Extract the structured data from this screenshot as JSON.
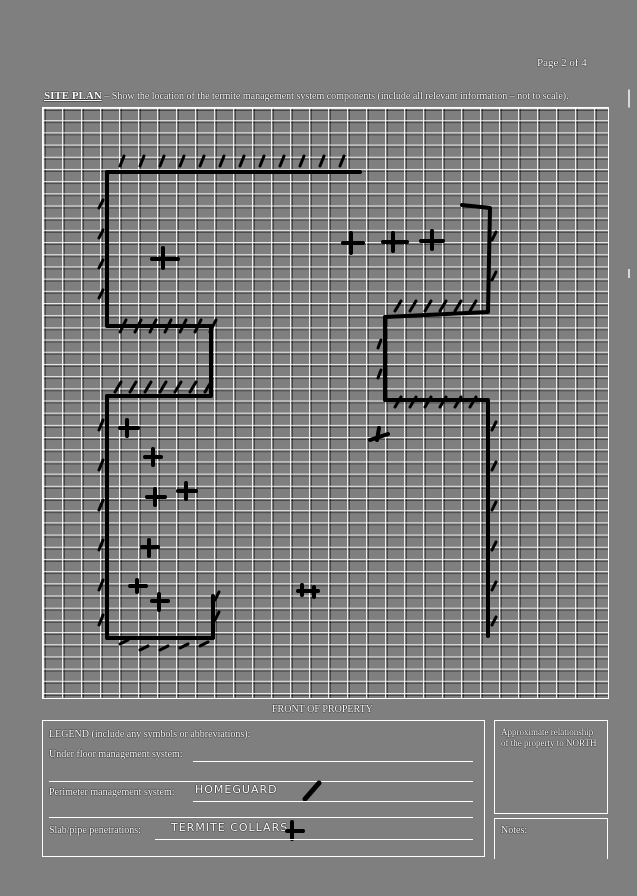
{
  "page": {
    "number": "Page 2 of 4",
    "background": "#7f7f7f"
  },
  "header": {
    "title": "SITE PLAN",
    "description": " – Show the location of the termite management system components (include all relevant information – not to scale)."
  },
  "site_plan": {
    "bottom_label": "FRONT OF PROPERTY",
    "symbols": {
      "perimeter": "hatched line (tick marks)",
      "penetration": "+ (termite collar)"
    }
  },
  "legend": {
    "title": "LEGEND (include any symbols or abbreviations):",
    "rows": [
      {
        "label": "Under floor management system:",
        "value": ""
      },
      {
        "label": "Perimeter management system:",
        "value": "HOMEGUARD",
        "symbol": "/"
      },
      {
        "label": "Slab/pipe penetrations:",
        "value": "TERMITE COLLARS",
        "symbol": "+"
      }
    ]
  },
  "north_box": {
    "label": "Approximate relationship of the property to NORTH"
  },
  "notes_box": {
    "label": "Notes:"
  }
}
